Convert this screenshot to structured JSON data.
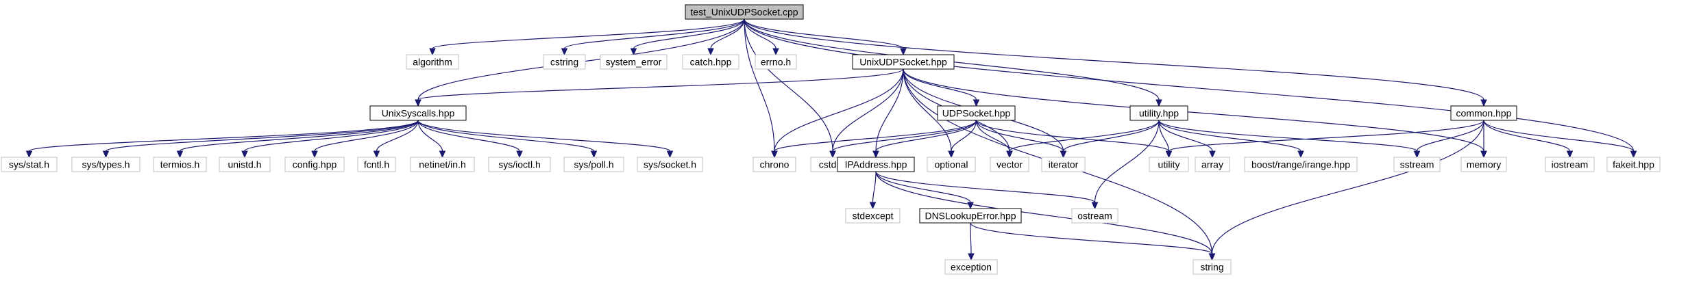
{
  "colors": {
    "edge": "#191970",
    "root_fill": "#bfbfbf",
    "root_border": "#000000",
    "documented_border": "#000000",
    "external_border": "#bfbfbf",
    "node_fill": "#ffffff"
  },
  "nodes": [
    {
      "id": "root",
      "label": "test_UnixUDPSocket.cpp",
      "kind": "root"
    },
    {
      "id": "algorithm",
      "label": "algorithm",
      "kind": "external"
    },
    {
      "id": "cstring",
      "label": "cstring",
      "kind": "external"
    },
    {
      "id": "system_error",
      "label": "system_error",
      "kind": "external"
    },
    {
      "id": "catch",
      "label": "catch.hpp",
      "kind": "external"
    },
    {
      "id": "errno",
      "label": "errno.h",
      "kind": "external"
    },
    {
      "id": "unixudp",
      "label": "UnixUDPSocket.hpp",
      "kind": "documented"
    },
    {
      "id": "unixsys",
      "label": "UnixSyscalls.hpp",
      "kind": "documented"
    },
    {
      "id": "utility_hpp",
      "label": "utility.hpp",
      "kind": "documented"
    },
    {
      "id": "common",
      "label": "common.hpp",
      "kind": "documented"
    },
    {
      "id": "udpsock",
      "label": "UDPSocket.hpp",
      "kind": "documented"
    },
    {
      "id": "stat",
      "label": "sys/stat.h",
      "kind": "external"
    },
    {
      "id": "types",
      "label": "sys/types.h",
      "kind": "external"
    },
    {
      "id": "termios",
      "label": "termios.h",
      "kind": "external"
    },
    {
      "id": "unistd",
      "label": "unistd.h",
      "kind": "external"
    },
    {
      "id": "config",
      "label": "config.hpp",
      "kind": "external"
    },
    {
      "id": "fcntl",
      "label": "fcntl.h",
      "kind": "external"
    },
    {
      "id": "netinet",
      "label": "netinet/in.h",
      "kind": "external"
    },
    {
      "id": "ioctl",
      "label": "sys/ioctl.h",
      "kind": "external"
    },
    {
      "id": "poll",
      "label": "sys/poll.h",
      "kind": "external"
    },
    {
      "id": "socket",
      "label": "sys/socket.h",
      "kind": "external"
    },
    {
      "id": "chrono",
      "label": "chrono",
      "kind": "external"
    },
    {
      "id": "cstdint",
      "label": "cstdint",
      "kind": "external"
    },
    {
      "id": "ipaddr",
      "label": "IPAddress.hpp",
      "kind": "documented"
    },
    {
      "id": "optional",
      "label": "optional",
      "kind": "external"
    },
    {
      "id": "vector",
      "label": "vector",
      "kind": "external"
    },
    {
      "id": "iterator",
      "label": "iterator",
      "kind": "external"
    },
    {
      "id": "utility",
      "label": "utility",
      "kind": "external"
    },
    {
      "id": "array",
      "label": "array",
      "kind": "external"
    },
    {
      "id": "irange",
      "label": "boost/range/irange.hpp",
      "kind": "external"
    },
    {
      "id": "sstream",
      "label": "sstream",
      "kind": "external"
    },
    {
      "id": "memory",
      "label": "memory",
      "kind": "external"
    },
    {
      "id": "iostream",
      "label": "iostream",
      "kind": "external"
    },
    {
      "id": "fakeit",
      "label": "fakeit.hpp",
      "kind": "external"
    },
    {
      "id": "stdexcept",
      "label": "stdexcept",
      "kind": "external"
    },
    {
      "id": "dnserr",
      "label": "DNSLookupError.hpp",
      "kind": "documented"
    },
    {
      "id": "ostream",
      "label": "ostream",
      "kind": "external"
    },
    {
      "id": "exception",
      "label": "exception",
      "kind": "external"
    },
    {
      "id": "string",
      "label": "string",
      "kind": "external"
    }
  ],
  "edges": [
    [
      "root",
      "algorithm"
    ],
    [
      "root",
      "cstring"
    ],
    [
      "root",
      "system_error"
    ],
    [
      "root",
      "catch"
    ],
    [
      "root",
      "errno"
    ],
    [
      "root",
      "unixudp"
    ],
    [
      "root",
      "unixsys"
    ],
    [
      "root",
      "chrono"
    ],
    [
      "root",
      "cstdint"
    ],
    [
      "root",
      "utility_hpp"
    ],
    [
      "root",
      "common"
    ],
    [
      "root",
      "fakeit"
    ],
    [
      "unixudp",
      "unixsys"
    ],
    [
      "unixudp",
      "chrono"
    ],
    [
      "unixudp",
      "cstdint"
    ],
    [
      "unixudp",
      "udpsock"
    ],
    [
      "unixudp",
      "ipaddr"
    ],
    [
      "unixudp",
      "optional"
    ],
    [
      "unixudp",
      "vector"
    ],
    [
      "unixudp",
      "iterator"
    ],
    [
      "unixudp",
      "memory"
    ],
    [
      "unixudp",
      "string"
    ],
    [
      "unixsys",
      "stat"
    ],
    [
      "unixsys",
      "types"
    ],
    [
      "unixsys",
      "termios"
    ],
    [
      "unixsys",
      "unistd"
    ],
    [
      "unixsys",
      "config"
    ],
    [
      "unixsys",
      "fcntl"
    ],
    [
      "unixsys",
      "netinet"
    ],
    [
      "unixsys",
      "ioctl"
    ],
    [
      "unixsys",
      "poll"
    ],
    [
      "unixsys",
      "socket"
    ],
    [
      "udpsock",
      "chrono"
    ],
    [
      "udpsock",
      "cstdint"
    ],
    [
      "udpsock",
      "ipaddr"
    ],
    [
      "udpsock",
      "optional"
    ],
    [
      "udpsock",
      "vector"
    ],
    [
      "udpsock",
      "iterator"
    ],
    [
      "udpsock",
      "utility"
    ],
    [
      "utility_hpp",
      "vector"
    ],
    [
      "utility_hpp",
      "iterator"
    ],
    [
      "utility_hpp",
      "utility"
    ],
    [
      "utility_hpp",
      "array"
    ],
    [
      "utility_hpp",
      "irange"
    ],
    [
      "utility_hpp",
      "sstream"
    ],
    [
      "utility_hpp",
      "ostream"
    ],
    [
      "common",
      "utility"
    ],
    [
      "common",
      "sstream"
    ],
    [
      "common",
      "memory"
    ],
    [
      "common",
      "iostream"
    ],
    [
      "common",
      "fakeit"
    ],
    [
      "common",
      "string"
    ],
    [
      "ipaddr",
      "stdexcept"
    ],
    [
      "ipaddr",
      "dnserr"
    ],
    [
      "ipaddr",
      "ostream"
    ],
    [
      "ipaddr",
      "string"
    ],
    [
      "dnserr",
      "exception"
    ],
    [
      "dnserr",
      "string"
    ]
  ]
}
